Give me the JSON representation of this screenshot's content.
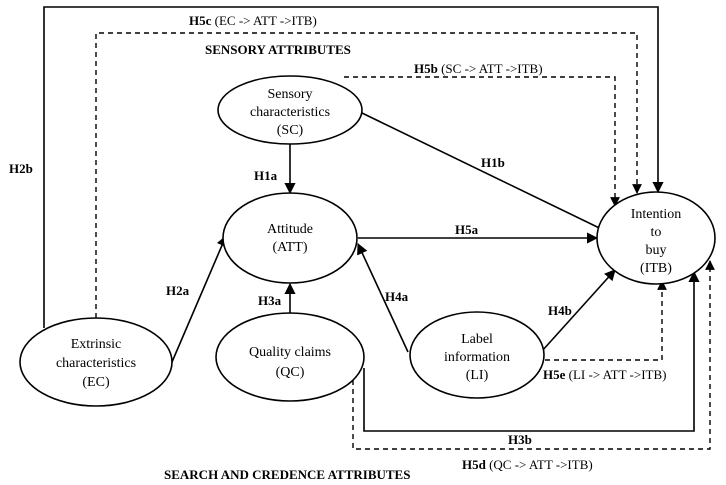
{
  "sections": {
    "sensory": "SENSORY ATTRIBUTES",
    "search_credence": "SEARCH AND CREDENCE ATTRIBUTES"
  },
  "nodes": {
    "sc": {
      "lines": [
        "Sensory",
        "characteristics",
        "(SC)"
      ]
    },
    "att": {
      "lines": [
        "Attitude",
        "(ATT)"
      ]
    },
    "itb": {
      "lines": [
        "Intention",
        "to",
        "buy",
        "(ITB)"
      ]
    },
    "ec": {
      "lines": [
        "Extrinsic",
        "characteristics",
        "(EC)"
      ]
    },
    "qc": {
      "lines": [
        "Quality claims",
        "(QC)"
      ]
    },
    "li": {
      "lines": [
        "Label",
        "information",
        "(LI)"
      ]
    }
  },
  "hypotheses": {
    "h1a": "H1a",
    "h1b": "H1b",
    "h2a": "H2a",
    "h2b": "H2b",
    "h3a": "H3a",
    "h3b": "H3b",
    "h4a": "H4a",
    "h4b": "H4b",
    "h5a": "H5a",
    "h5b": {
      "code": "H5b",
      "path": " (SC -> ATT ->ITB)"
    },
    "h5c": {
      "code": "H5c",
      "path": " (EC -> ATT ->ITB)"
    },
    "h5d": {
      "code": "H5d",
      "path": " (QC -> ATT ->ITB)"
    },
    "h5e": {
      "code": "H5e",
      "path": " (LI -> ATT ->ITB)"
    }
  }
}
